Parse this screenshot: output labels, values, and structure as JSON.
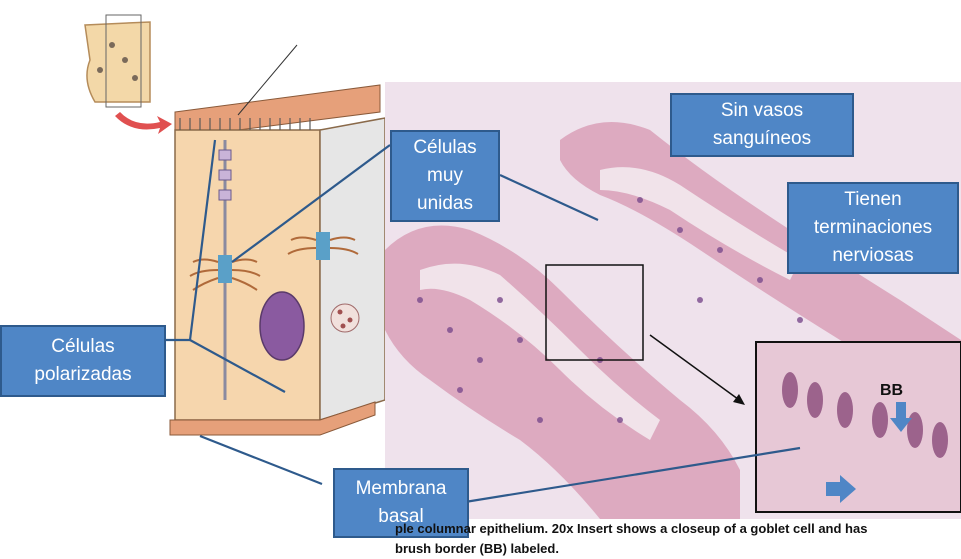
{
  "labels": {
    "celulas_polarizadas": "Células\npolarizadas",
    "celulas_muy_unidas": "Células\nmuy\nunidas",
    "sin_vasos": "Sin vasos\nsanguíneos",
    "terminaciones": "Tienen\nterminaciones\nnerviosas",
    "membrana_basal": "Membrana\nbasal"
  },
  "caption": {
    "line1": "ple columnar epithelium.  20x Insert shows a closeup of a goblet cell and has",
    "line2": "brush border (BB) labeled."
  },
  "insert_label": "BB",
  "colors": {
    "label_fill": "#4f86c6",
    "label_border": "#2e5a8c",
    "tissue_pink": "#d9a0b8",
    "nuclei": "#7a4a8c",
    "cell_body": "#f6d6ad",
    "base_membrane": "#e6a07a"
  }
}
